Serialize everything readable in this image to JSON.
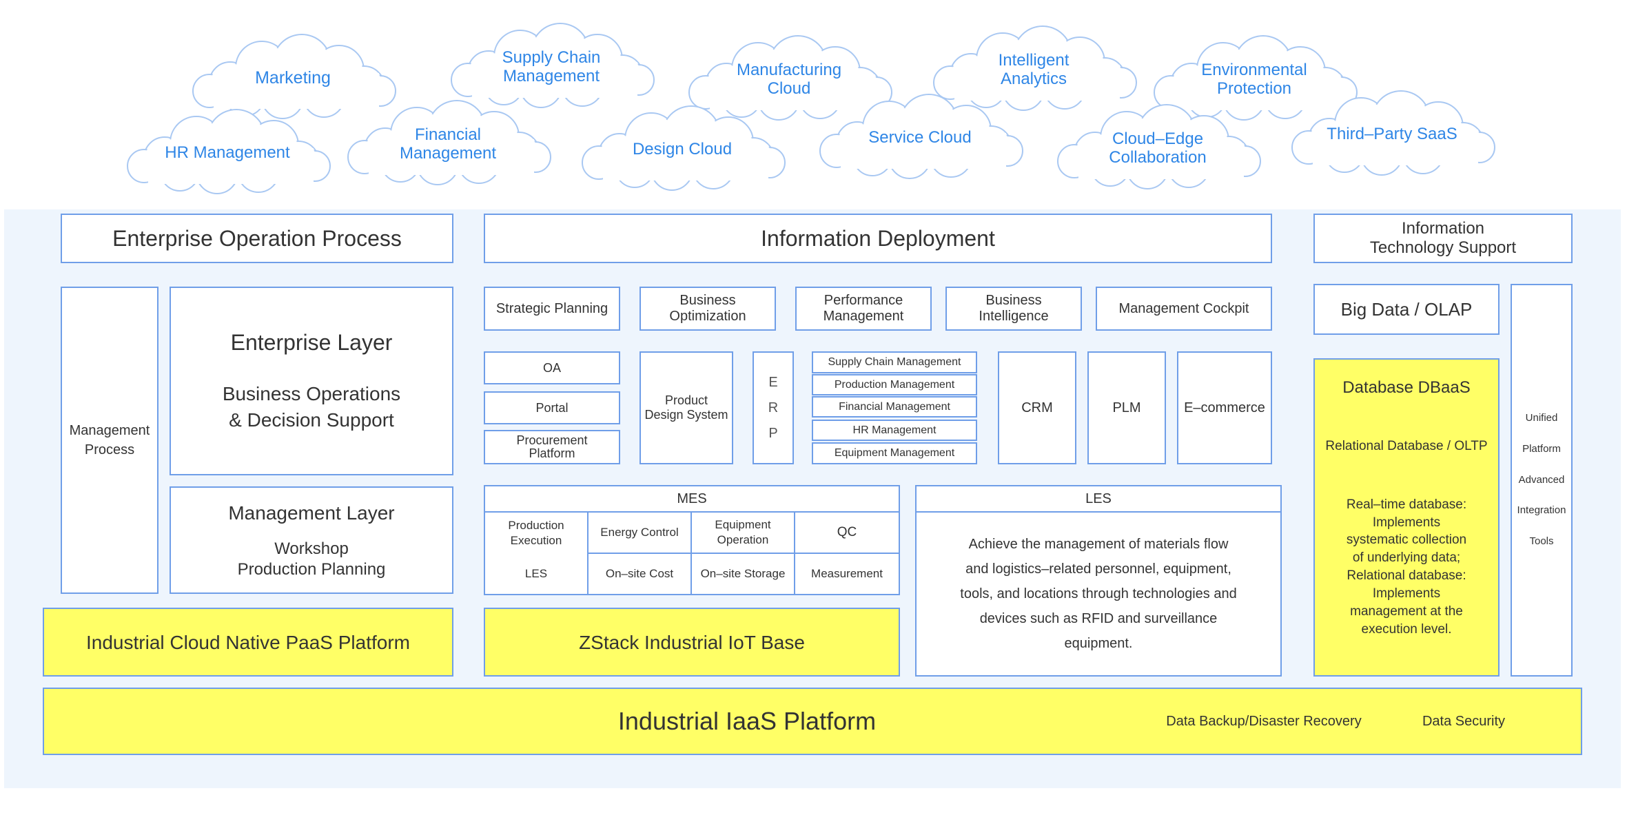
{
  "clouds": {
    "marketing": "Marketing",
    "supply_chain": "Supply Chain\nManagement",
    "manufacturing": "Manufacturing\nCloud",
    "analytics": "Intelligent\nAnalytics",
    "environmental": "Environmental\nProtection",
    "hr": "HR Management",
    "financial": "Financial\nManagement",
    "design": "Design Cloud",
    "service": "Service Cloud",
    "edge": "Cloud–Edge\nCollaboration",
    "saas": "Third–Party SaaS"
  },
  "headers": {
    "enterprise_process": "Enterprise Operation Process",
    "info_deployment": "Information Deployment",
    "it_support": "Information\nTechnology Support"
  },
  "left": {
    "management_process": "Management\nProcess",
    "enterprise_layer_title": "Enterprise Layer",
    "enterprise_layer_sub": "Business Operations\n& Decision Support",
    "management_layer_title": "Management Layer",
    "management_layer_sub": "Workshop\nProduction Planning",
    "paas": "Industrial Cloud Native PaaS Platform"
  },
  "deployment": {
    "top_row": [
      "Strategic Planning",
      "Business\nOptimization",
      "Performance\nManagement",
      "Business\nIntelligence",
      "Management Cockpit"
    ],
    "oa": "OA",
    "portal": "Portal",
    "procurement": "Procurement\nPlatform",
    "product_design": "Product\nDesign System",
    "erp_letters": [
      "E",
      "R",
      "P"
    ],
    "erp_modules": [
      "Supply Chain Management",
      "Production Management",
      "Financial Management",
      "HR Management",
      "Equipment Management"
    ],
    "crm": "CRM",
    "plm": "PLM",
    "ecommerce": "E–commerce"
  },
  "mes": {
    "title": "MES",
    "row1": [
      "Production\nExecution",
      "Energy Control",
      "Equipment\nOperation",
      "QC"
    ],
    "row2": [
      "LES",
      "On–site Cost",
      "On–site Storage",
      "Measurement"
    ]
  },
  "les": {
    "title": "LES",
    "description": "Achieve the management of materials flow\nand logistics–related personnel, equipment,\ntools, and locations through technologies and\ndevices such as RFID and surveillance\nequipment."
  },
  "iot_base": "ZStack Industrial IoT Base",
  "it": {
    "big_data": "Big Data / OLAP",
    "dbaas_title": "Database DBaaS",
    "dbaas_sub": "Relational Database / OLTP",
    "dbaas_desc": "Real–time database:\nImplements\nsystematic collection\nof underlying data;\nRelational database:\nImplements\nmanagement at the\nexecution level.",
    "unified_tools": [
      "Unified",
      "Platform",
      "Advanced",
      "Integration",
      "Tools"
    ]
  },
  "iaas": {
    "title": "Industrial IaaS Platform",
    "backup": "Data Backup/Disaster Recovery",
    "security": "Data Security"
  },
  "colors": {
    "border": "#6f9ee8",
    "cloud_text": "#2f86e6",
    "panel": "#eef5fd",
    "highlight": "#ffff66"
  }
}
